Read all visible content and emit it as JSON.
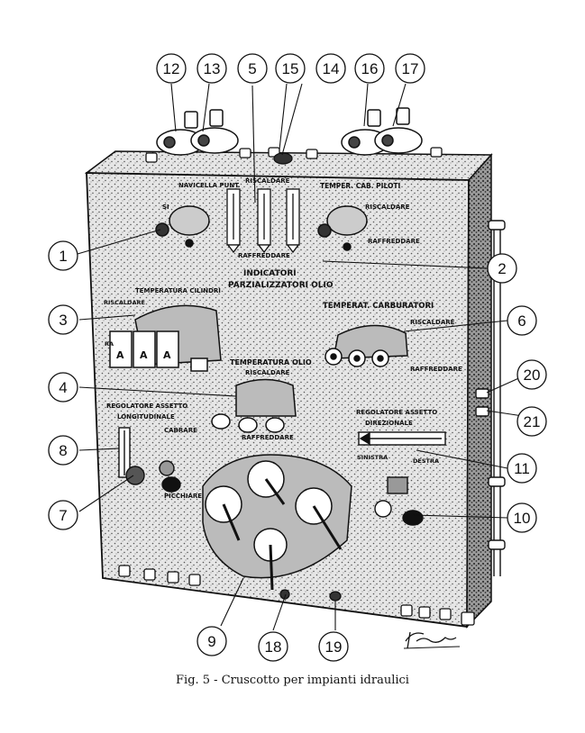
{
  "figure": {
    "caption": "Fig. 5 - Cruscotto per impianti idraulici",
    "signature": "F. Lor"
  },
  "panel_labels": {
    "navicella": "NAVICELLA PUNT.",
    "riscaldare_top": "RISCALDARE",
    "temp_cab_piloti": "TEMPER. CAB. PILOTI",
    "riscaldare_right": "RISCALDARE",
    "raffreddare_right": "RAFFREDDARE",
    "raffreddare_mid": "RAFFREDDARE",
    "indicatori": "INDICATORI",
    "parzializzatori": "PARZIALIZZATORI OLIO",
    "temp_cilindri": "TEMPERATURA CILINDRI",
    "riscaldare_left": "RISCALDARE",
    "temp_carburatori": "TEMPERAT. CARBURATORI",
    "riscaldare_carb": "RISCALDARE",
    "raffreddare_carb": "RAFFREDDARE",
    "temp_olio": "TEMPERATURA OLIO",
    "riscaldare_olio": "RISCALDARE",
    "raffreddare_olio": "RAFFREDDARE",
    "reg_long_1": "REGOLATORE ASSETTO",
    "reg_long_2": "LONGITUDINALE",
    "cabrare": "CABRARE",
    "picchiare": "PICCHIARE",
    "reg_dir_1": "REGOLATORE ASSETTO",
    "reg_dir_2": "DIREZIONALE",
    "sinistra": "SINISTRA",
    "destra": "DESTRA",
    "si": "SI",
    "ra": "RA",
    "key_a": "A"
  },
  "callouts": [
    "1",
    "2",
    "3",
    "4",
    "5",
    "6",
    "7",
    "8",
    "9",
    "10",
    "11",
    "12",
    "13",
    "14",
    "15",
    "16",
    "17",
    "18",
    "19",
    "20",
    "21"
  ],
  "colors": {
    "ink": "#111111",
    "panel": "#e9e9e9",
    "paper": "#ffffff"
  }
}
